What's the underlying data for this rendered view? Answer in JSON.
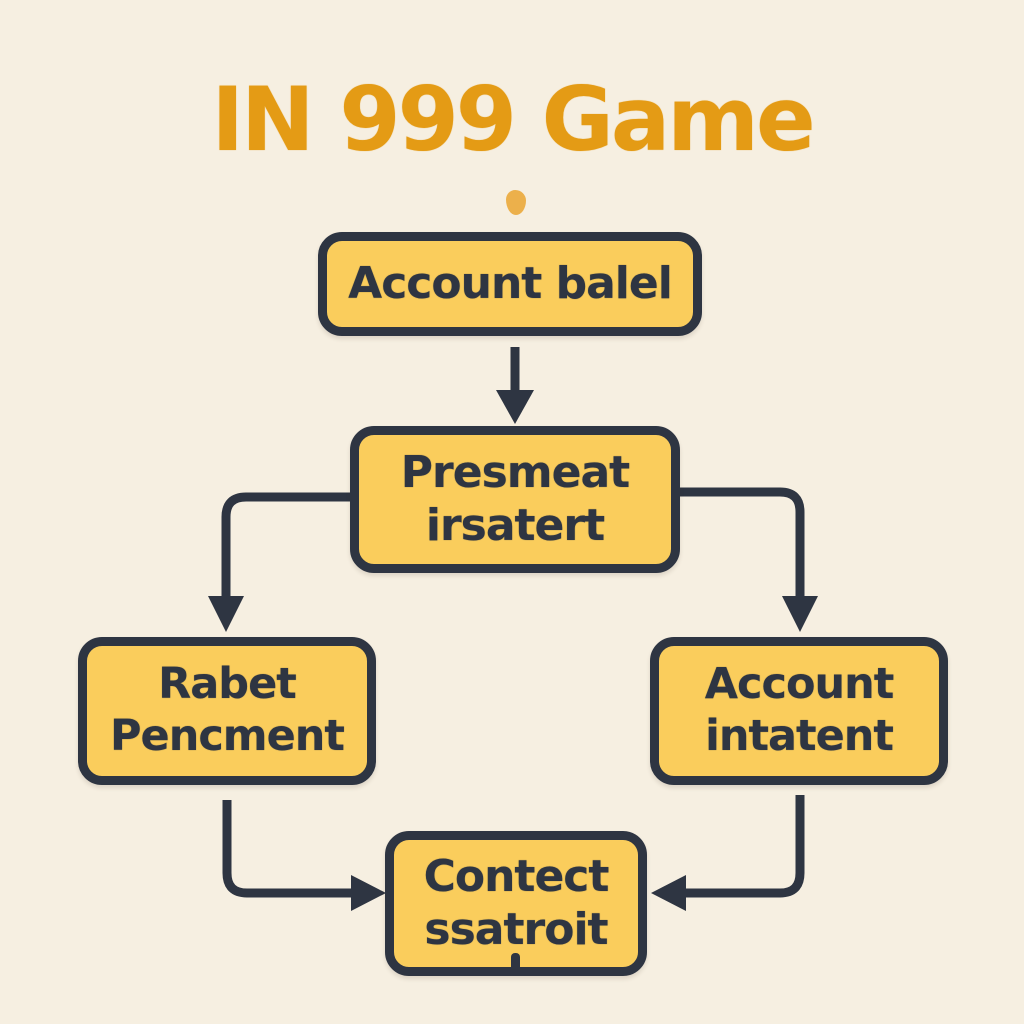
{
  "title": "IN 999 Game",
  "colors": {
    "background": "#f6efe1",
    "node-fill": "#facd5c",
    "ink": "#2e3542",
    "title-color": "#e49b15",
    "dot-color": "#eba83b"
  },
  "nodes": [
    {
      "id": "account-balel",
      "label": "Account balel"
    },
    {
      "id": "presmeat-irsatert",
      "label": "Presmeat\nirsatert"
    },
    {
      "id": "rabet-pencment",
      "label": "Rabet\nPencment"
    },
    {
      "id": "account-intatent",
      "label": "Account\nintatent"
    },
    {
      "id": "contect-ssatroit",
      "label": "Contect\nssatroit"
    }
  ],
  "edges": [
    {
      "from": "account-balel",
      "to": "presmeat-irsatert"
    },
    {
      "from": "presmeat-irsatert",
      "to": "rabet-pencment"
    },
    {
      "from": "presmeat-irsatert",
      "to": "account-intatent"
    },
    {
      "from": "rabet-pencment",
      "to": "contect-ssatroit"
    },
    {
      "from": "account-intatent",
      "to": "contect-ssatroit"
    }
  ]
}
